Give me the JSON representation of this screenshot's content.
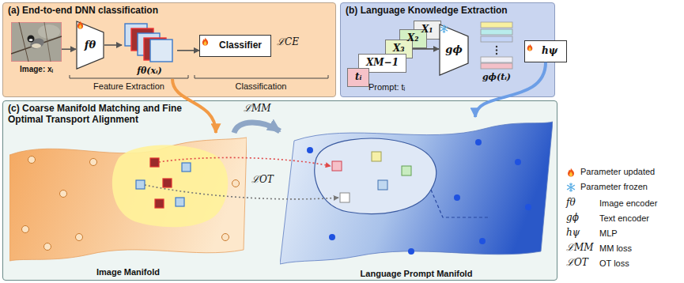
{
  "diagram": {
    "nodes": [
      {
        "text": [
          "(a) End-to-end DNN classification"
        ]
      },
      {
        "text": [
          "Image: xᵢ"
        ],
        "in": 0
      },
      {
        "text": [
          "fθ"
        ],
        "in": 0
      },
      {
        "text": [
          "fθ(xᵢ)"
        ],
        "in": 0
      },
      {
        "text": [
          "Classifier"
        ],
        "in": 0
      },
      {
        "text": [
          "(b) Language Knowledge Extraction"
        ]
      },
      {
        "text": [
          "X₁"
        ],
        "in": 5
      },
      {
        "text": [
          "X₂"
        ],
        "in": 5
      },
      {
        "text": [
          "X₃"
        ],
        "in": 5
      },
      {
        "text": [
          "XM−1"
        ],
        "in": 5
      },
      {
        "text": [
          "tᵢ"
        ],
        "in": 5
      },
      {
        "text": [
          "gϕ"
        ],
        "in": 5
      },
      {
        "text": [
          "gϕ(tᵢ)"
        ],
        "in": 5
      },
      {
        "text": [
          "hψ"
        ],
        "in": 5
      },
      {
        "text": [
          "(c) Coarse Manifold Matching and Fine Optimal Transport Alignment"
        ]
      },
      {
        "text": [
          "Image Manifold"
        ],
        "in": 14
      },
      {
        "text": [
          "Language Prompt Manifold"
        ],
        "in": 14
      }
    ],
    "edges": [
      {
        "from": 1,
        "to": 2,
        "arrow": "to"
      },
      {
        "from": 2,
        "to": 3,
        "arrow": "to"
      },
      {
        "from": 3,
        "to": 4,
        "arrow": "to"
      },
      {
        "from": 8,
        "to": 11,
        "arrow": "to"
      },
      {
        "from": 3,
        "to": 15,
        "arrow": "to"
      },
      {
        "from": 13,
        "to": 16,
        "arrow": "to"
      },
      {
        "from": 15,
        "to": 16,
        "label": "ℒMM",
        "arrow": "to"
      }
    ],
    "labels": [
      "ℒCE",
      "Feature Extraction",
      "Classification",
      "Prompt: tᵢ",
      "ℒOT",
      "fθ",
      "Image encoder",
      "gϕ",
      "Text encoder",
      "hψ",
      "MLP",
      "ℒMM",
      "MM loss",
      "ℒOT",
      "OT loss"
    ],
    "legend": [
      {
        "text": "Parameter updated"
      },
      {
        "text": "Parameter frozen"
      }
    ]
  }
}
